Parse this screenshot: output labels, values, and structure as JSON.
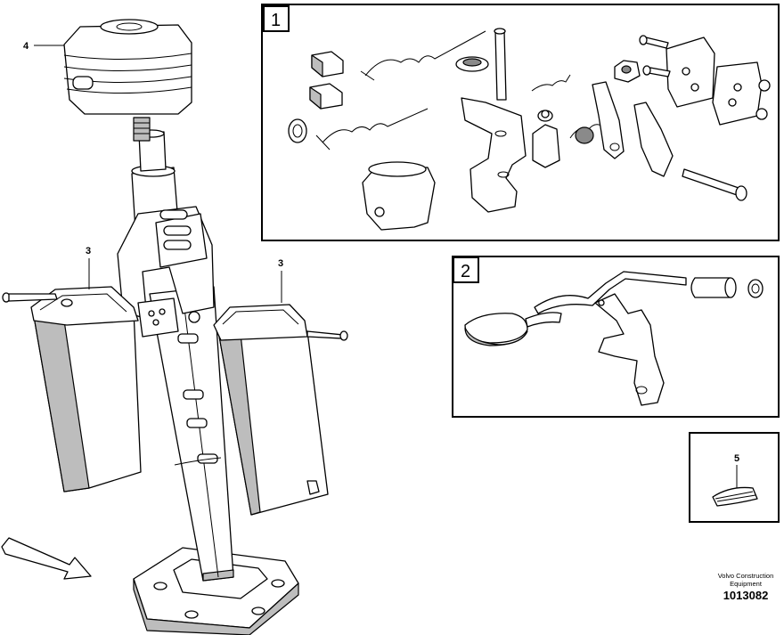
{
  "callouts": {
    "item_4": "4",
    "item_3_left": "3",
    "item_3_right": "3",
    "item_5": "5"
  },
  "insets": {
    "box_1_label": "1",
    "box_2_label": "2"
  },
  "footer": {
    "brand_line1": "Volvo Construction",
    "brand_line2": "Equipment",
    "document_number": "1013082"
  },
  "icons": {
    "direction_arrow": "forward-direction-arrow-icon"
  }
}
